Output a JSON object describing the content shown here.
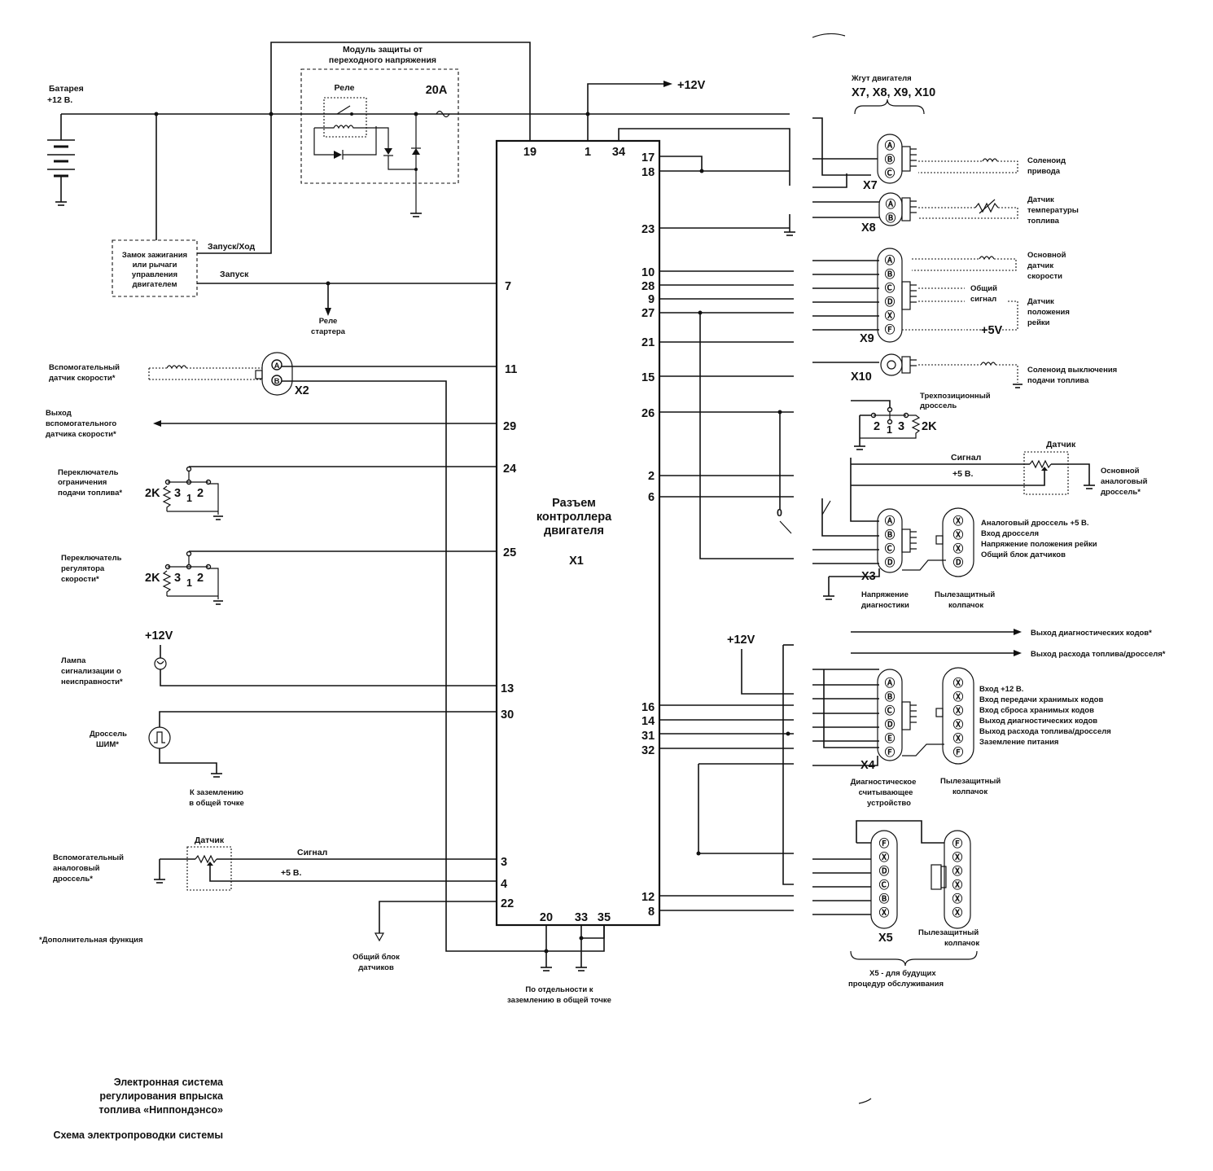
{
  "module": {
    "title_line1": "Модуль защиты от",
    "title_line2": "переходного напряжения",
    "relay": "Реле",
    "fuse": "20А"
  },
  "battery": {
    "line1": "Батарея",
    "line2": "+12 В."
  },
  "ignition": {
    "line1": "Замок зажигания",
    "line2": "или рычаги",
    "line3": "управления",
    "line4": "двигателем",
    "run_label": "Запуск/Ход",
    "start_label": "Запуск"
  },
  "starter_relay": {
    "line1": "Реле",
    "line2": "стартера"
  },
  "aux_speed_sensor": {
    "line1": "Вспомогательный",
    "line2": "датчик скорости*",
    "connector": "X2"
  },
  "aux_speed_output": {
    "line1": "Выход",
    "line2": "вспомогательного",
    "line3": "датчика скорости*"
  },
  "fuel_limit_switch": {
    "line1": "Переключатель",
    "line2": "ограничения",
    "line3": "подачи топлива*",
    "res": "2K"
  },
  "speed_reg_switch": {
    "line1": "Переключатель",
    "line2": "регулятора",
    "line3": "скорости*",
    "res": "2K"
  },
  "lamp": {
    "supply": "+12V",
    "line1": "Лампа",
    "line2": "сигнализации о",
    "line3": "неисправности*"
  },
  "pwm_throttle": {
    "line1": "Дроссель",
    "line2": "ШИМ*"
  },
  "ground_common": {
    "line1": "К заземлению",
    "line2": "в общей точке"
  },
  "aux_analog": {
    "line1": "Вспомогательный",
    "line2": "аналоговый",
    "line3": "дроссель*",
    "sensor": "Датчик",
    "signal": "Сигнал",
    "plus5": "+5 В."
  },
  "footnote": "*Дополнительная функция",
  "sensor_common": {
    "line1": "Общий блок",
    "line2": "датчиков"
  },
  "separate_ground": {
    "line1": "По отдельности к",
    "line2": "заземлению в общей точке"
  },
  "ecu": {
    "line1": "Разъем",
    "line2": "контроллера",
    "line3": "двигателя",
    "id": "X1",
    "pins_top": [
      "19",
      "1",
      "34"
    ],
    "pins_left": [
      "7",
      "11",
      "29",
      "24",
      "25",
      "13",
      "30",
      "3",
      "4",
      "22"
    ],
    "pins_bottom": [
      "20",
      "33",
      "35"
    ],
    "pins_right": [
      "17",
      "18",
      "23",
      "10",
      "28",
      "9",
      "27",
      "21",
      "15",
      "26",
      "2",
      "6",
      "16",
      "14",
      "31",
      "32",
      "12",
      "8"
    ]
  },
  "plus12_top": "+12V",
  "harness": {
    "line1": "Жгут двигателя",
    "line2": "X7, X8, X9, X10"
  },
  "x7": {
    "id": "X7",
    "pins": [
      "Ⓐ",
      "Ⓑ",
      "Ⓒ"
    ],
    "line1": "Соленоид",
    "line2": "привода"
  },
  "x8": {
    "id": "X8",
    "pins": [
      "Ⓐ",
      "Ⓑ"
    ],
    "line1": "Датчик",
    "line2": "температуры",
    "line3": "топлива"
  },
  "x9": {
    "id": "X9",
    "pins": [
      "Ⓐ",
      "Ⓑ",
      "Ⓒ",
      "Ⓓ",
      "Ⓧ",
      "Ⓕ"
    ],
    "main_line1": "Основной",
    "main_line2": "датчик",
    "main_line3": "скорости",
    "common_line1": "Общий",
    "common_line2": "сигнал",
    "rack_line1": "Датчик",
    "rack_line2": "положения",
    "rack_line3": "рейки",
    "plus5": "+5V"
  },
  "x10": {
    "id": "X10",
    "line1": "Соленоид выключения",
    "line2": "подачи топлива"
  },
  "three_pos": {
    "line1": "Трехпозиционный",
    "line2": "дроссель",
    "res": "2K"
  },
  "main_analog": {
    "sensor": "Датчик",
    "signal": "Сигнал",
    "plus5": "+5 В.",
    "line1": "Основной",
    "line2": "аналоговый",
    "line3": "дроссель*"
  },
  "x3": {
    "id": "X3",
    "pins": [
      "Ⓐ",
      "Ⓑ",
      "Ⓒ",
      "Ⓓ"
    ],
    "cap_pins": [
      "Ⓧ",
      "Ⓧ",
      "Ⓧ",
      "Ⓓ"
    ],
    "signals": [
      "Аналоговый дроссель +5 В.",
      "Вход дросселя",
      "Напряжение положения рейки",
      "Общий блок датчиков"
    ],
    "diag_line1": "Напряжение",
    "diag_line2": "диагностики",
    "cap_line1": "Пылезащитный",
    "cap_line2": "колпачок"
  },
  "diag_codes_out": "Выход диагностических кодов*",
  "fuel_out": "Выход расхода топлива/дросселя*",
  "plus12_mid": "+12V",
  "x4": {
    "id": "X4",
    "pins": [
      "Ⓐ",
      "Ⓑ",
      "Ⓒ",
      "Ⓓ",
      "Ⓔ",
      "Ⓕ"
    ],
    "cap_pins": [
      "Ⓧ",
      "Ⓧ",
      "Ⓧ",
      "Ⓧ",
      "Ⓧ",
      "Ⓕ"
    ],
    "signals": [
      "Вход +12 В.",
      "Вход передачи хранимых кодов",
      "Вход сброса хранимых кодов",
      "Выход диагностических кодов",
      "Выход расхода топлива/дросселя",
      "Заземление питания"
    ],
    "reader_line1": "Диагностическое",
    "reader_line2": "считывающее",
    "reader_line3": "устройство",
    "cap_line1": "Пылезащитный",
    "cap_line2": "колпачок"
  },
  "x5": {
    "id": "X5",
    "pins": [
      "Ⓕ",
      "Ⓧ",
      "Ⓓ",
      "Ⓒ",
      "Ⓑ",
      "Ⓧ"
    ],
    "cap_pins": [
      "Ⓕ",
      "Ⓧ",
      "Ⓧ",
      "Ⓧ",
      "Ⓧ",
      "Ⓧ"
    ],
    "cap_line1": "Пылезащитный",
    "cap_line2": "колпачок",
    "note_line1": "X5 - для будущих",
    "note_line2": "процедур обслуживания"
  },
  "caption": {
    "line1": "Электронная система",
    "line2": "регулирования впрыска",
    "line3": "топлива «Ниппондэнсо»",
    "line4": "Схема электропроводки системы"
  }
}
